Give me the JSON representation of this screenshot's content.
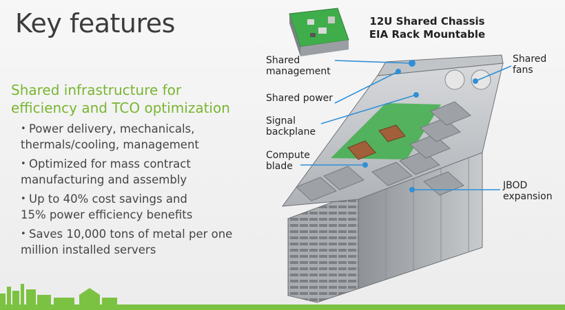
{
  "slide": {
    "title": "Key features",
    "subheading_line1": "Shared infrastructure for",
    "subheading_line2": "efficiency and TCO optimization",
    "bullets": [
      {
        "line1": "Power delivery, mechanicals,",
        "line2": "thermals/cooling, management"
      },
      {
        "line1": "Optimized for mass contract",
        "line2": "manufacturing and assembly"
      },
      {
        "line1": "Up to 40% cost savings and",
        "line2": "15% power efficiency benefits"
      },
      {
        "line1": "Saves 10,000 tons of metal per one",
        "line2": "million installed servers"
      }
    ]
  },
  "diagram": {
    "chassis_title_line1": "12U Shared Chassis",
    "chassis_title_line2": "EIA Rack Mountable",
    "callouts": {
      "shared_management": [
        "Shared",
        "management"
      ],
      "shared_power": [
        "Shared power"
      ],
      "signal_backplane": [
        "Signal",
        "backplane"
      ],
      "compute_blade": [
        "Compute",
        "blade"
      ],
      "shared_fans": [
        "Shared",
        "fans"
      ],
      "jbod_expansion": [
        "JBOD",
        "expansion"
      ]
    },
    "colors": {
      "callout_dot": "#2f8fd6",
      "callout_line": "#2f8fd6",
      "accent_green": "#7cc242",
      "metal": "#b9bcc0",
      "copper": "#a2603a",
      "pcb": "#3fae4a"
    }
  }
}
